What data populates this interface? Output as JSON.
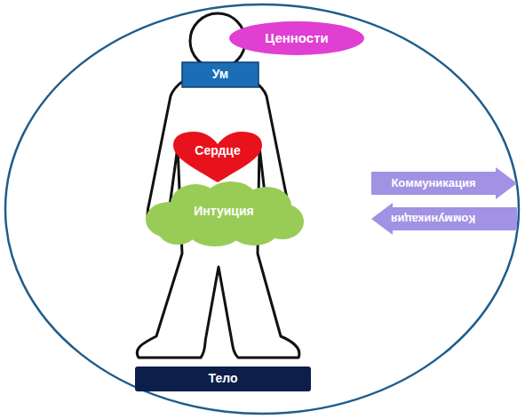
{
  "diagram": {
    "nodes": [
      {
        "text": [
          "Ценности"
        ]
      },
      {
        "text": [
          "Ум"
        ]
      },
      {
        "text": [
          "Сердце"
        ]
      },
      {
        "text": [
          "Интуиция"
        ]
      },
      {
        "text": [
          "Коммуникация"
        ]
      },
      {
        "text": [
          "Коммуникация"
        ]
      },
      {
        "text": [
          "Тело"
        ]
      }
    ]
  }
}
